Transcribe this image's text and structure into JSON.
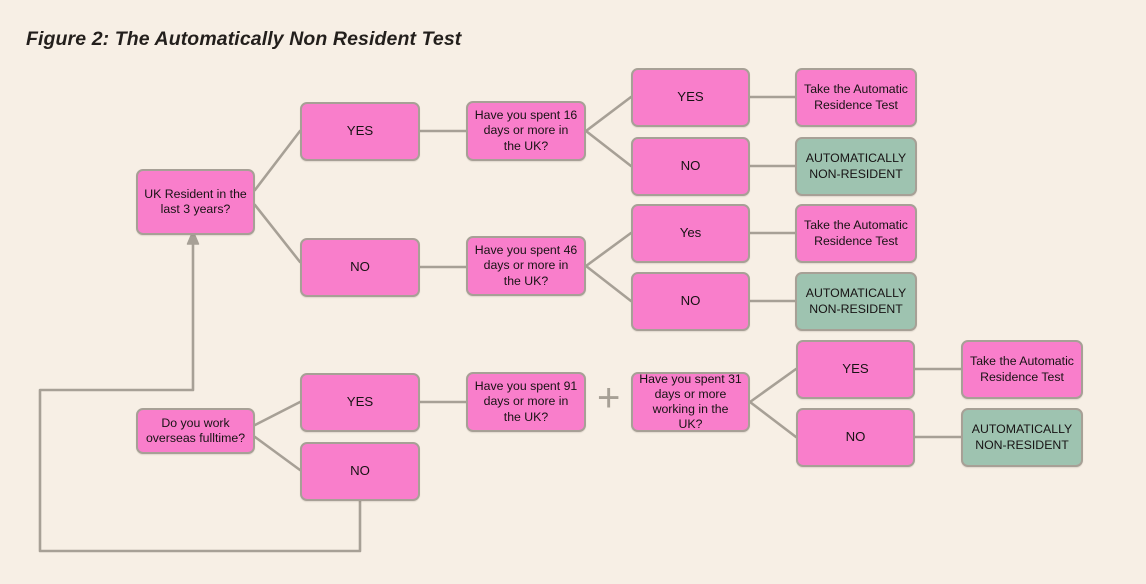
{
  "figure": {
    "title": "Figure 2: The Automatically Non Resident Test"
  },
  "colors": {
    "background": "#f7efe5",
    "pink": "#f97ecb",
    "green": "#9ec3b0",
    "border": "#a7a096",
    "connector": "#a7a096",
    "text": "#171314"
  },
  "symbols": {
    "plus": "+"
  },
  "nodes": {
    "uk_resident": "UK Resident in the last 3 years?",
    "branch_yes_top": "YES",
    "branch_no_top": "NO",
    "q16": "Have you spent 16 days or more in the UK?",
    "q16_yes": "YES",
    "q16_no": "NO",
    "q16_yes_result": "Take the Automatic Residence Test",
    "q16_no_result": "AUTOMATICALLY NON-RESIDENT",
    "q46": "Have you spent 46 days or more in the UK?",
    "q46_yes": "Yes",
    "q46_no": "NO",
    "q46_yes_result": "Take the Automatic Residence Test",
    "q46_no_result": "AUTOMATICALLY NON-RESIDENT",
    "work_overseas": "Do you work overseas fulltime?",
    "work_yes": "YES",
    "work_no": "NO",
    "q91": "Have you spent 91 days or more in the UK?",
    "q31": "Have you spent 31 days or more working in the UK?",
    "q31_yes": "YES",
    "q31_no": "NO",
    "q31_yes_result": "Take the Automatic Residence Test",
    "q31_no_result": "AUTOMATICALLY NON-RESIDENT"
  }
}
